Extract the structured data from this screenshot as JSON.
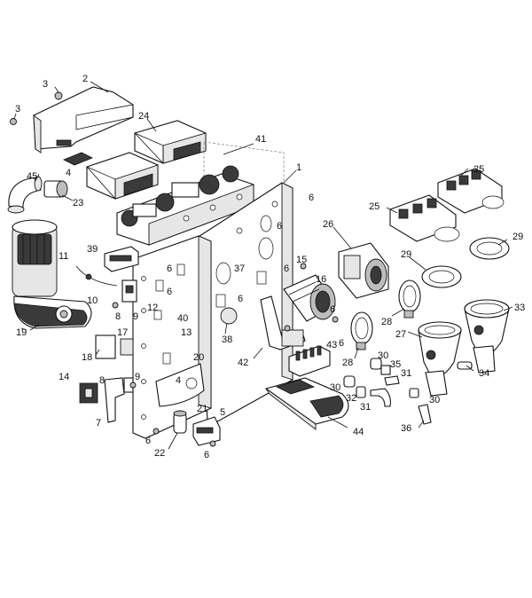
{
  "callouts": [
    {
      "id": "c1",
      "text": "1"
    },
    {
      "id": "c2",
      "text": "2"
    },
    {
      "id": "c3a",
      "text": "3"
    },
    {
      "id": "c3b",
      "text": "3"
    },
    {
      "id": "c4a",
      "text": "4"
    },
    {
      "id": "c4b",
      "text": "4"
    },
    {
      "id": "c5",
      "text": "5"
    },
    {
      "id": "c6a",
      "text": "6"
    },
    {
      "id": "c6b",
      "text": "6"
    },
    {
      "id": "c6c",
      "text": "6"
    },
    {
      "id": "c6d",
      "text": "6"
    },
    {
      "id": "c6e",
      "text": "6"
    },
    {
      "id": "c6f",
      "text": "6"
    },
    {
      "id": "c6g",
      "text": "6"
    },
    {
      "id": "c6h",
      "text": "6"
    },
    {
      "id": "c6i",
      "text": "6"
    },
    {
      "id": "c6j",
      "text": "6"
    },
    {
      "id": "c7",
      "text": "7"
    },
    {
      "id": "c8a",
      "text": "8"
    },
    {
      "id": "c8b",
      "text": "8"
    },
    {
      "id": "c9a",
      "text": "9"
    },
    {
      "id": "c9b",
      "text": "9"
    },
    {
      "id": "c10",
      "text": "10"
    },
    {
      "id": "c11",
      "text": "11"
    },
    {
      "id": "c12",
      "text": "12"
    },
    {
      "id": "c13",
      "text": "13"
    },
    {
      "id": "c14",
      "text": "14"
    },
    {
      "id": "c15",
      "text": "15"
    },
    {
      "id": "c16",
      "text": "16"
    },
    {
      "id": "c17",
      "text": "17"
    },
    {
      "id": "c18",
      "text": "18"
    },
    {
      "id": "c19",
      "text": "19"
    },
    {
      "id": "c20",
      "text": "20"
    },
    {
      "id": "c21",
      "text": "21"
    },
    {
      "id": "c22",
      "text": "22"
    },
    {
      "id": "c23",
      "text": "23"
    },
    {
      "id": "c24",
      "text": "24"
    },
    {
      "id": "c25a",
      "text": "25"
    },
    {
      "id": "c25b",
      "text": "25"
    },
    {
      "id": "c26",
      "text": "26"
    },
    {
      "id": "c27",
      "text": "27"
    },
    {
      "id": "c28a",
      "text": "28"
    },
    {
      "id": "c28b",
      "text": "28"
    },
    {
      "id": "c29a",
      "text": "29"
    },
    {
      "id": "c29b",
      "text": "29"
    },
    {
      "id": "c30a",
      "text": "30"
    },
    {
      "id": "c30b",
      "text": "30"
    },
    {
      "id": "c30c",
      "text": "30"
    },
    {
      "id": "c31a",
      "text": "31"
    },
    {
      "id": "c31b",
      "text": "31"
    },
    {
      "id": "c32",
      "text": "32"
    },
    {
      "id": "c33",
      "text": "33"
    },
    {
      "id": "c34",
      "text": "34"
    },
    {
      "id": "c35",
      "text": "35"
    },
    {
      "id": "c36",
      "text": "36"
    },
    {
      "id": "c37",
      "text": "37"
    },
    {
      "id": "c38",
      "text": "38"
    },
    {
      "id": "c39",
      "text": "39"
    },
    {
      "id": "c40",
      "text": "40"
    },
    {
      "id": "c41",
      "text": "41"
    },
    {
      "id": "c42",
      "text": "42"
    },
    {
      "id": "c43",
      "text": "43"
    },
    {
      "id": "c44",
      "text": "44"
    },
    {
      "id": "c45",
      "text": "45"
    }
  ]
}
